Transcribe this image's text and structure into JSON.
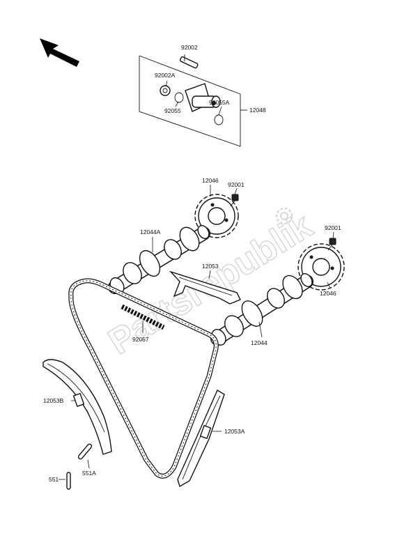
{
  "labels": {
    "p92002": "92002",
    "p92002a": "92002A",
    "p92055": "92055",
    "p92055a": "92055A",
    "p12048": "12048",
    "p12046_left": "12046",
    "p92001_left": "92001",
    "p12044a": "12044A",
    "p12053": "12053",
    "p92001_right": "92001",
    "p12046_right": "12046",
    "p92057": "92057",
    "p12044": "12044",
    "p12053b": "12053B",
    "p12053a": "12053A",
    "p551": "551",
    "p551a": "551A"
  },
  "watermark": "Partsrepublik",
  "icons": {
    "direction_arrow": "front-direction-arrow-icon",
    "gear_logo": "partsrepublik-gear-icon"
  }
}
